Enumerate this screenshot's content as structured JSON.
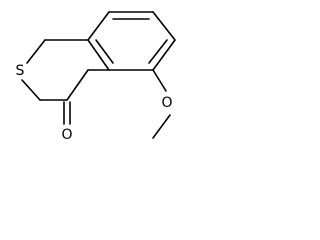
{
  "molecule": {
    "atoms": {
      "sulfur": "S",
      "carbonyl_oxygen": "O",
      "methoxy_oxygen": "O"
    }
  },
  "colors": {
    "background": "#ffffff",
    "ink": "#000000"
  }
}
